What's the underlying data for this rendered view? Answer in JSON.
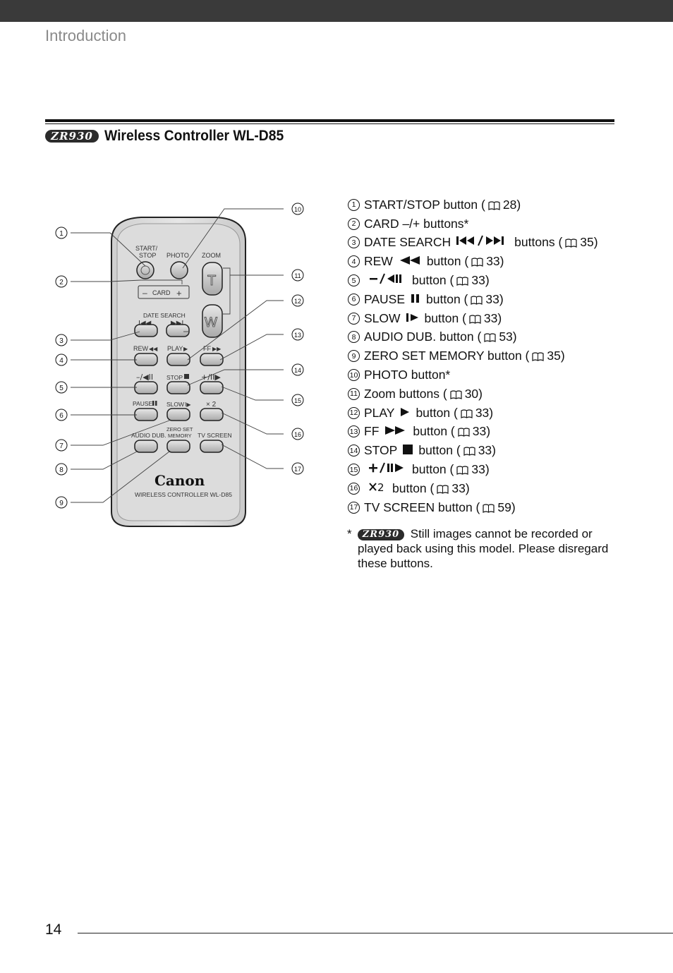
{
  "header": {
    "section": "Introduction"
  },
  "heading": {
    "badge": "ZR930",
    "title": "Wireless Controller WL-D85"
  },
  "remote": {
    "labels": {
      "start_stop_1": "START/",
      "start_stop_2": "STOP",
      "photo": "PHOTO",
      "zoom": "ZOOM",
      "zoom_t": "T",
      "zoom_w": "W",
      "card": "CARD",
      "date_search": "DATE SEARCH",
      "rew": "REW",
      "play": "PLAY",
      "ff": "FF",
      "stop": "STOP",
      "pause": "PAUSE",
      "slow": "SLOW",
      "x2": "× 2",
      "audio_dub": "AUDIO DUB.",
      "zero_set_1": "ZERO SET",
      "zero_set_2": "MEMORY",
      "tv_screen": "TV SCREEN",
      "brand": "Canon",
      "model": "WIRELESS CONTROLLER WL-D85"
    },
    "callouts": [
      "1",
      "2",
      "3",
      "4",
      "5",
      "6",
      "7",
      "8",
      "9",
      "10",
      "11",
      "12",
      "13",
      "14",
      "15",
      "16",
      "17"
    ]
  },
  "items": [
    {
      "num": "1",
      "pre": "START/STOP button (",
      "page": "28",
      "post": ")"
    },
    {
      "num": "2",
      "pre": "CARD –/+ buttons*"
    },
    {
      "num": "3",
      "pre": "DATE SEARCH",
      "icon": "skip-prev-next-icons",
      "mid": " buttons (",
      "page": "35",
      "post": ")"
    },
    {
      "num": "4",
      "pre": "REW",
      "icon": "rew-icon",
      "mid": " button (",
      "page": "33",
      "post": ")"
    },
    {
      "num": "5",
      "pre": "",
      "icon": "minus-frame-back-icon",
      "mid": " button (",
      "page": "33",
      "post": ")"
    },
    {
      "num": "6",
      "pre": "PAUSE",
      "icon": "pause-icon",
      "mid": " button (",
      "page": "33",
      "post": ")"
    },
    {
      "num": "7",
      "pre": "SLOW",
      "icon": "slow-icon",
      "mid": " button (",
      "page": "33",
      "post": ")"
    },
    {
      "num": "8",
      "pre": "AUDIO DUB. button (",
      "page": "53",
      "post": ")"
    },
    {
      "num": "9",
      "pre": "ZERO SET MEMORY button (",
      "page": "35",
      "post": ")"
    },
    {
      "num": "10",
      "pre": "PHOTO button*"
    },
    {
      "num": "11",
      "pre": "Zoom buttons (",
      "page": "30",
      "post": ")"
    },
    {
      "num": "12",
      "pre": "PLAY",
      "icon": "play-icon",
      "mid": " button (",
      "page": "33",
      "post": ")"
    },
    {
      "num": "13",
      "pre": "FF",
      "icon": "ff-icon",
      "mid": " button (",
      "page": "33",
      "post": ")"
    },
    {
      "num": "14",
      "pre": "STOP",
      "icon": "stop-icon",
      "mid": " button (",
      "page": "33",
      "post": ")"
    },
    {
      "num": "15",
      "pre": "",
      "icon": "plus-frame-forward-icon",
      "mid": " button (",
      "page": "33",
      "post": ")"
    },
    {
      "num": "16",
      "pre": "",
      "icon": "x2-icon",
      "mid": " button (",
      "page": "33",
      "post": ")"
    },
    {
      "num": "17",
      "pre": "TV SCREEN button (",
      "page": "59",
      "post": ")"
    }
  ],
  "note": {
    "star": "*",
    "badge": "ZR930",
    "text": "Still images cannot be recorded or played back using this model. Please disregard these buttons."
  },
  "footer": {
    "page_number": "14"
  }
}
